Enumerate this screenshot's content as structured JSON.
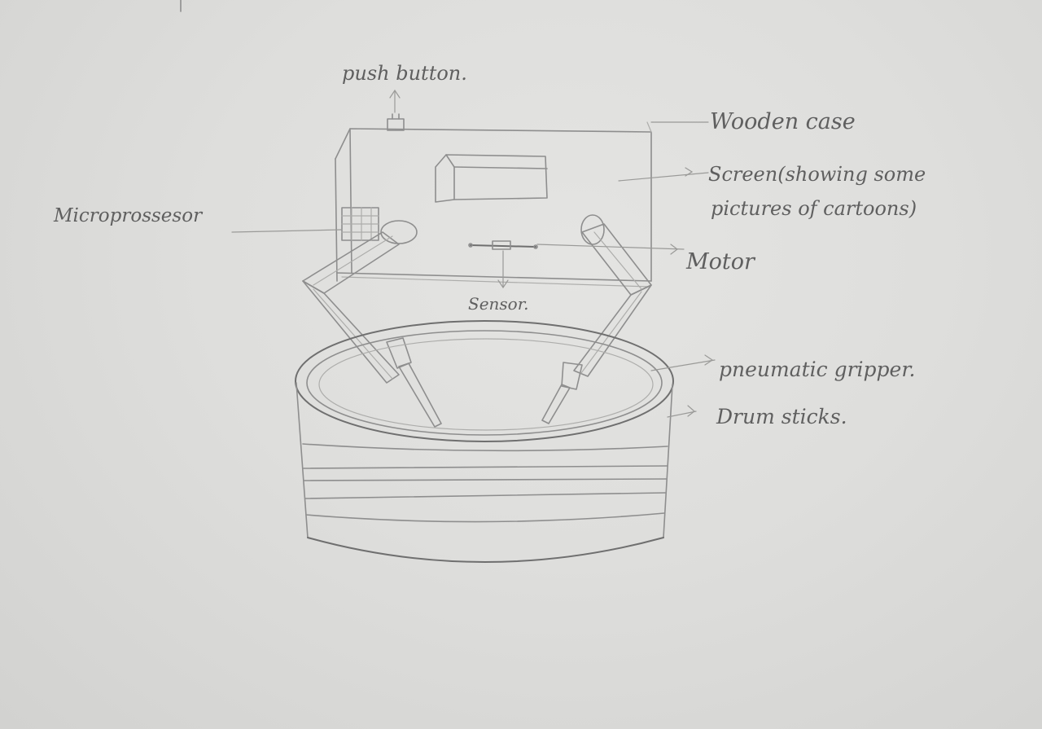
{
  "labels": {
    "push_button": "push button.",
    "wooden_case": "Wooden case",
    "screen_line1": "Screen(showing some",
    "screen_line2": "pictures of cartoons)",
    "microprocessor": "Microprossesor",
    "motor": "Motor",
    "sensor": "Sensor.",
    "pneumatic_gripper": "pneumatic gripper.",
    "drum_sticks": "Drum sticks."
  }
}
